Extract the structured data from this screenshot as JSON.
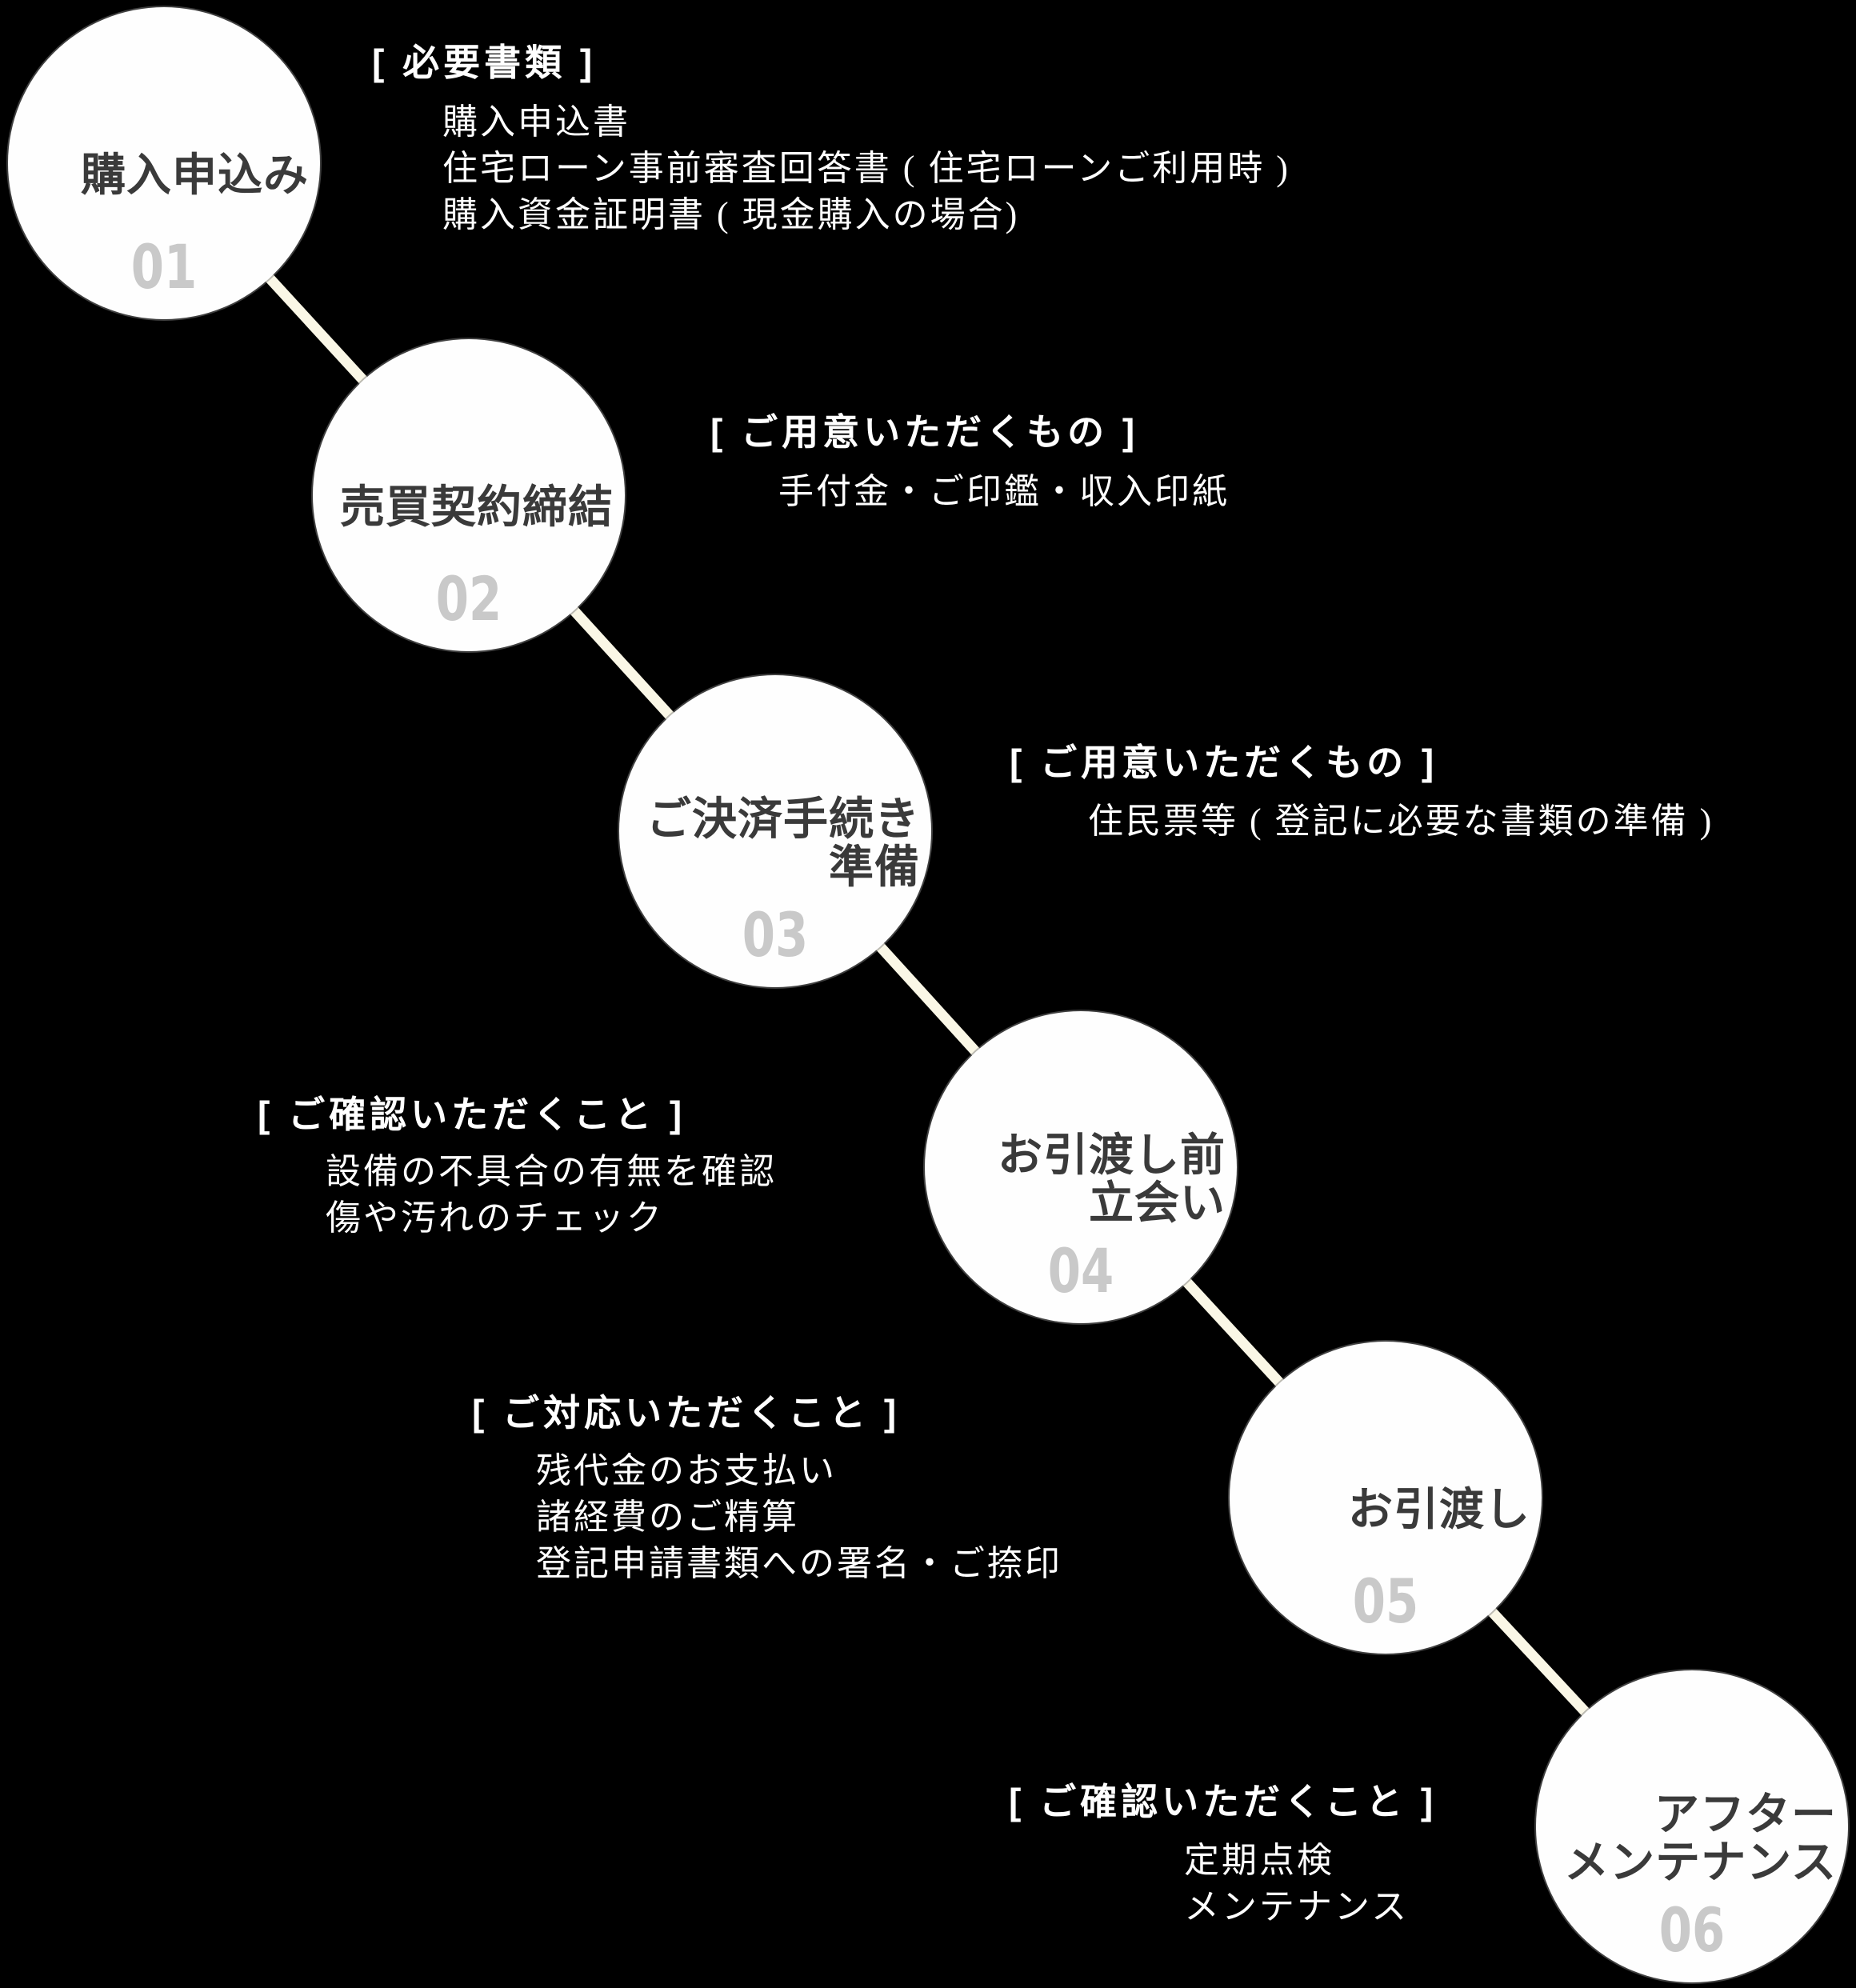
{
  "colors": {
    "background": "#000000",
    "circle_fill": "#fefefe",
    "circle_title": "#3a3a3a",
    "step_number": "#c9c9c9",
    "connector_line": "#faf7e6",
    "note_text": "#ffffff"
  },
  "steps": [
    {
      "number": "01",
      "title_lines": [
        "購入申込み"
      ],
      "note": {
        "header": "[ 必要書類 ]",
        "lines": [
          "購入申込書",
          "住宅ローン事前審査回答書 ( 住宅ローンご利用時 )",
          "購入資金証明書 ( 現金購入の場合)"
        ]
      }
    },
    {
      "number": "02",
      "title_lines": [
        "売買契約締結"
      ],
      "note": {
        "header": "[ ご用意いただくもの ]",
        "lines": [
          "手付金・ご印鑑・収入印紙"
        ]
      }
    },
    {
      "number": "03",
      "title_lines": [
        "ご決済手続き",
        "準備"
      ],
      "note": {
        "header": "[ ご用意いただくもの ]",
        "lines": [
          "住民票等 ( 登記に必要な書類の準備 )"
        ]
      }
    },
    {
      "number": "04",
      "title_lines": [
        "お引渡し前",
        "立会い"
      ],
      "note": {
        "header": "[ ご確認いただくこと ]",
        "lines": [
          "設備の不具合の有無を確認",
          "傷や汚れのチェック"
        ]
      }
    },
    {
      "number": "05",
      "title_lines": [
        "お引渡し"
      ],
      "note": {
        "header": "[ ご対応いただくこと ]",
        "lines": [
          "残代金のお支払い",
          "諸経費のご精算",
          "登記申請書類への署名・ご捺印"
        ]
      }
    },
    {
      "number": "06",
      "title_lines": [
        "アフター",
        "メンテナンス"
      ],
      "note": {
        "header": "[ ご確認いただくこと ]",
        "lines": [
          "定期点検",
          "メンテナンス"
        ]
      }
    }
  ]
}
